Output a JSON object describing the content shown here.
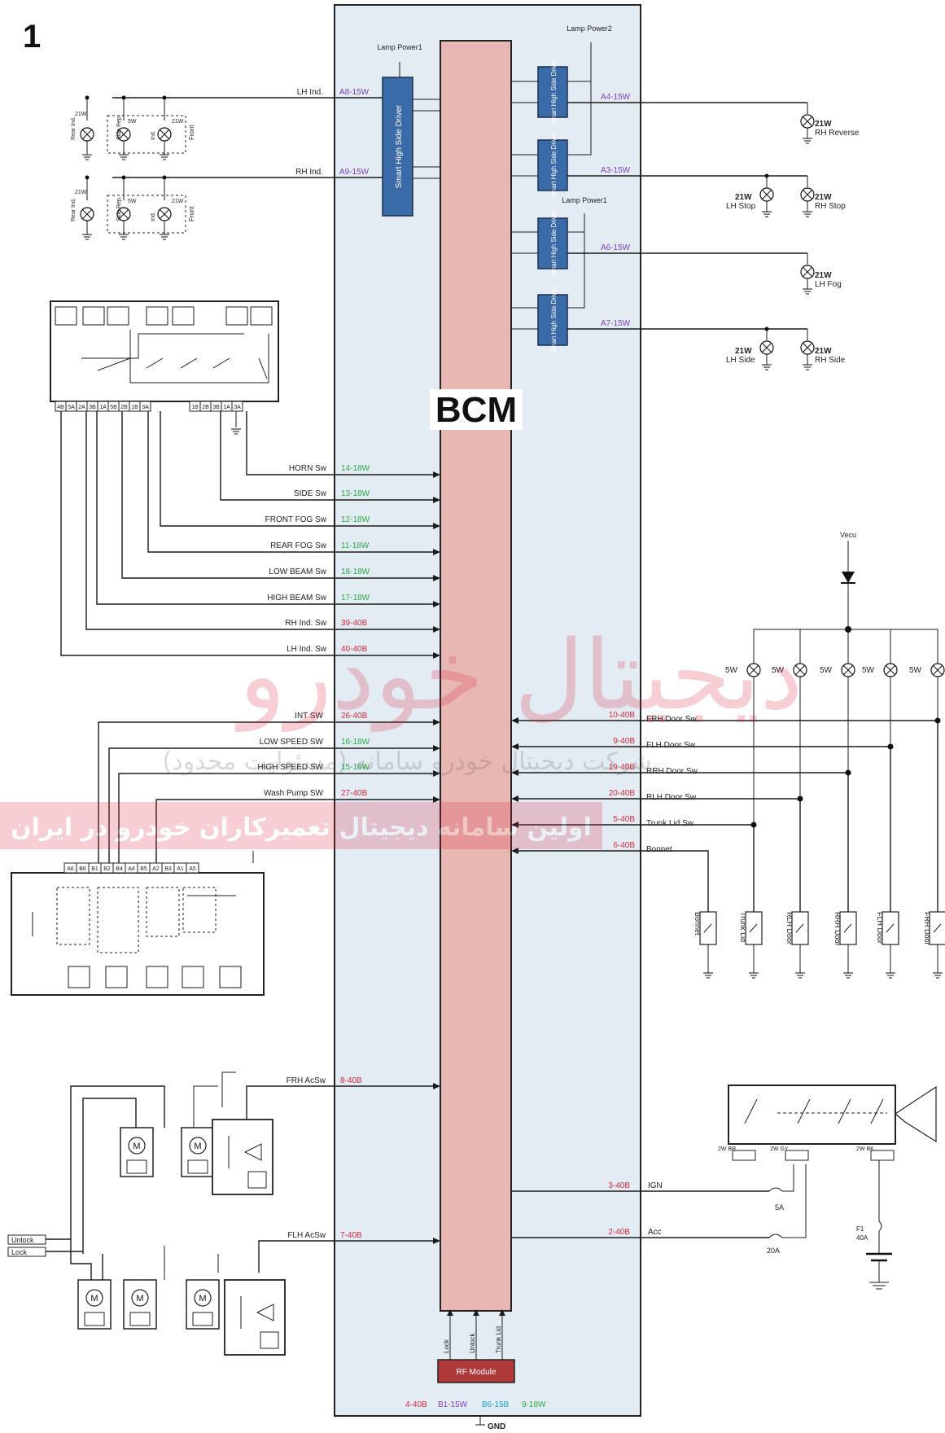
{
  "page_number": "1",
  "bcm": {
    "title": "BCM"
  },
  "lamp_power": {
    "power1": "Lamp Power1",
    "power2": "Lamp Power2",
    "power1_b": "Lamp Power1"
  },
  "drivers": {
    "main": "Smart High Side Driver",
    "small": "Smart High Side Driver"
  },
  "left_outputs": [
    {
      "label": "LH Ind.",
      "pin": "A8-15W"
    },
    {
      "label": "RH Ind.",
      "pin": "A9-15W"
    }
  ],
  "right_outputs": [
    {
      "pin": "A4-15W",
      "loads": [
        {
          "watt": "21W",
          "name": "RH Reverse"
        }
      ]
    },
    {
      "pin": "A3-15W",
      "loads": [
        {
          "watt": "21W",
          "name": "LH Stop"
        },
        {
          "watt": "21W",
          "name": "RH Stop"
        }
      ]
    },
    {
      "pin": "A6-15W",
      "loads": [
        {
          "watt": "21W",
          "name": "LH Fog"
        }
      ]
    },
    {
      "pin": "A7-15W",
      "loads": [
        {
          "watt": "21W",
          "name": "LH Side"
        },
        {
          "watt": "21W",
          "name": "RH Side"
        }
      ]
    }
  ],
  "indicator_lamps": {
    "w21": "21W",
    "w5": "5W",
    "rear": "Rear Ind.",
    "side": "Side Rep.",
    "front": "Front",
    "ind": "Ind."
  },
  "light_switch_pins": [
    "4B",
    "5A",
    "2A",
    "3B",
    "1A",
    "5B",
    "2B",
    "1B",
    "3A",
    "1B",
    "2B",
    "3B",
    "1A",
    "3A"
  ],
  "switch_inputs": [
    {
      "label": "HORN Sw",
      "pin": "14-18W",
      "color": "green"
    },
    {
      "label": "SIDE Sw",
      "pin": "13-18W",
      "color": "green"
    },
    {
      "label": "FRONT FOG Sw",
      "pin": "12-18W",
      "color": "green"
    },
    {
      "label": "REAR FOG Sw",
      "pin": "11-18W",
      "color": "green"
    },
    {
      "label": "LOW BEAM Sw",
      "pin": "18-18W",
      "color": "green"
    },
    {
      "label": "HIGH BEAM Sw",
      "pin": "17-18W",
      "color": "green"
    },
    {
      "label": "RH Ind. Sw",
      "pin": "39-40B",
      "color": "red"
    },
    {
      "label": "LH Ind. Sw",
      "pin": "40-40B",
      "color": "red"
    }
  ],
  "wiper_inputs": [
    {
      "label": "INT SW",
      "pin": "26-40B",
      "color": "red"
    },
    {
      "label": "LOW SPEED SW",
      "pin": "16-18W",
      "color": "green"
    },
    {
      "label": "HIGH SPEED SW",
      "pin": "15-18W",
      "color": "green"
    },
    {
      "label": "Wash Pump SW",
      "pin": "27-40B",
      "color": "red"
    }
  ],
  "wiper_switch_pins": [
    "A6",
    "B6",
    "B1",
    "B2",
    "B4",
    "A4",
    "B5",
    "A2",
    "B3",
    "A1",
    "A5"
  ],
  "door_inputs": [
    {
      "label": "FRH Door Sw",
      "pin": "10-40B"
    },
    {
      "label": "FLH Door Sw",
      "pin": "9-40B"
    },
    {
      "label": "RRH Door Sw",
      "pin": "19-40B"
    },
    {
      "label": "RLH Door Sw",
      "pin": "20-40B"
    },
    {
      "label": "Trunk Lid Sw",
      "pin": "5-40B"
    },
    {
      "label": "Bonnet",
      "pin": "6-40B"
    }
  ],
  "door_switches": [
    "Bonnet",
    "Trunk Lid",
    "RLH Door",
    "RRH Door",
    "FLH Door",
    "FRH Door"
  ],
  "vecu": "Vecu",
  "door_lamps": [
    "5W",
    "5W",
    "5W",
    "5W",
    "5W"
  ],
  "actuators": [
    {
      "label": "FRH AcSw",
      "pin": "8-40B"
    },
    {
      "label": "FLH AcSw",
      "pin": "7-40B"
    }
  ],
  "lock_signals": {
    "unlock": "Unlock",
    "lock": "Lock"
  },
  "power_inputs": [
    {
      "pin": "3-40B",
      "label": "IGN",
      "fuse": "5A"
    },
    {
      "pin": "2-40B",
      "label": "Acc",
      "fuse": "20A"
    }
  ],
  "ign_switch": {
    "pins_a": "2W BR",
    "pins_b": "2W GY",
    "pins_c": "2W BK",
    "fuse": "F1",
    "fuse_rating": "40A"
  },
  "rf_module": {
    "title": "RF Module",
    "lines": [
      "Lock",
      "Unlock",
      "Trunk Lid"
    ]
  },
  "ground_pins": [
    {
      "pin": "4-40B",
      "color": "red"
    },
    {
      "pin": "B1-15W",
      "color": "purple"
    },
    {
      "pin": "B6-15B",
      "color": "cyan"
    },
    {
      "pin": "9-18W",
      "color": "green"
    }
  ],
  "gnd": "GND",
  "watermark": {
    "big": "دیجیتال خودرو",
    "company": "شرکت دیجیتال خودرو سامانه (مسئولیت محدود)",
    "slogan": "اولین سامانه دیجیتال تعمیرکاران خودرو در ایران"
  }
}
